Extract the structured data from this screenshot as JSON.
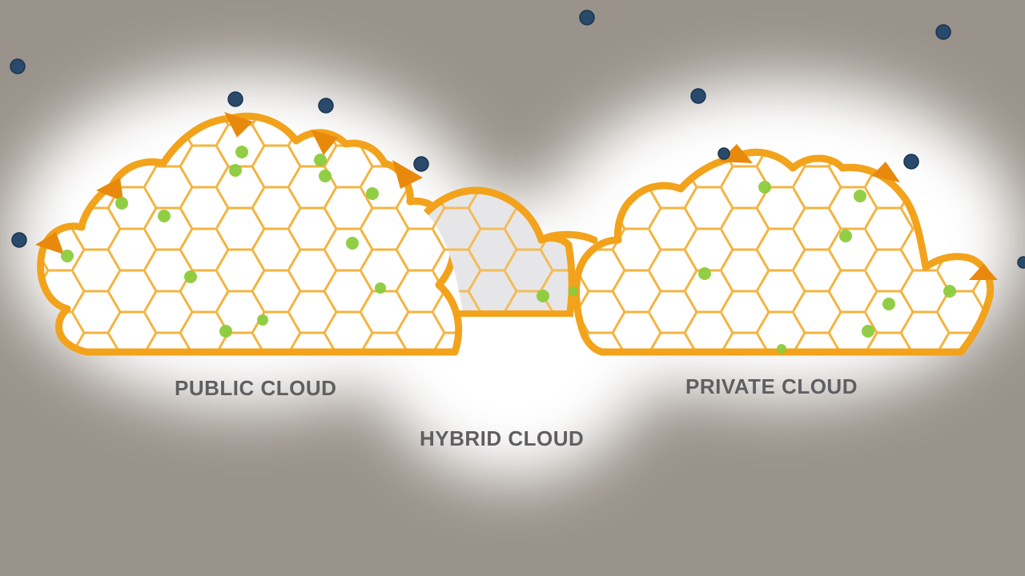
{
  "labels": {
    "public": "PUBLIC CLOUD",
    "private": "PRIVATE CLOUD",
    "hybrid": "HYBRID CLOUD"
  },
  "colors": {
    "background": "#9a938b",
    "glow": "#ffffff",
    "cloud_outline": "#f2a31b",
    "hex_line": "#f3b440",
    "arrow": "#e8890c",
    "node_inside": "#8ccc3c",
    "node_outside": "#2a4a6b",
    "label_text": "#5f5f62"
  },
  "icons": {
    "arrow": "arrow-icon",
    "node": "circle-dot-icon"
  }
}
